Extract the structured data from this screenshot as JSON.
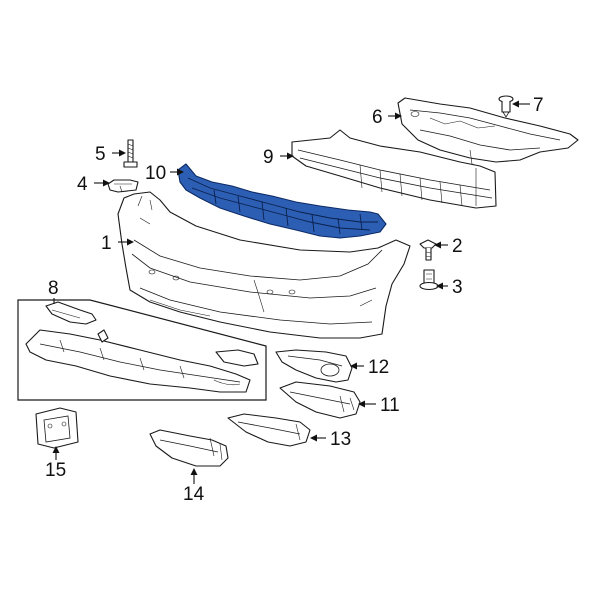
{
  "callouts": {
    "c1": "1",
    "c2": "2",
    "c3": "3",
    "c4": "4",
    "c5": "5",
    "c6": "6",
    "c7": "7",
    "c8": "8",
    "c9": "9",
    "c10": "10",
    "c11": "11",
    "c12": "12",
    "c13": "13",
    "c14": "14",
    "c15": "15"
  },
  "highlight_color": "#2c5fb3"
}
